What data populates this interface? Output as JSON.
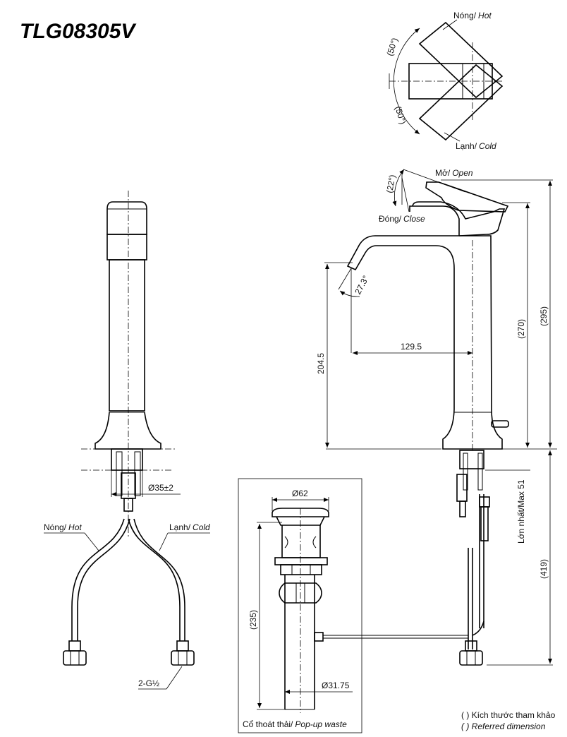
{
  "title": "TLG08305V",
  "top_view": {
    "hot_vi": "Nóng/",
    "hot_en": "Hot",
    "cold_vi": "Lạnh/",
    "cold_en": "Cold",
    "angle_upper": "(50°)",
    "angle_lower": "(50°)"
  },
  "side_view": {
    "open_vi": "Mở/",
    "open_en": "Open",
    "close_vi": "Đóng/",
    "close_en": "Close",
    "angle_handle": "(22°)",
    "angle_spout": "27.3°",
    "reach": "129.5",
    "spout_height": "204.5",
    "height_270": "(270)",
    "height_295": "(295)",
    "max_51": "Lớn nhất/Max 51",
    "height_419": "(419)"
  },
  "front_view": {
    "diameter_35": "Ø35±2",
    "hot_vi": "Nóng/",
    "hot_en": "Hot",
    "cold_vi": "Lạnh/",
    "cold_en": "Cold",
    "thread": "2-G½"
  },
  "waste": {
    "diameter_62": "Ø62",
    "height_235": "(235)",
    "diameter_3175": "Ø31.75",
    "caption_vi": "Cổ thoát thải/",
    "caption_en": "Pop-up waste"
  },
  "legend": {
    "line_vi": "( ) Kích thước tham khảo",
    "line_en": "( ) Referred dimension"
  }
}
